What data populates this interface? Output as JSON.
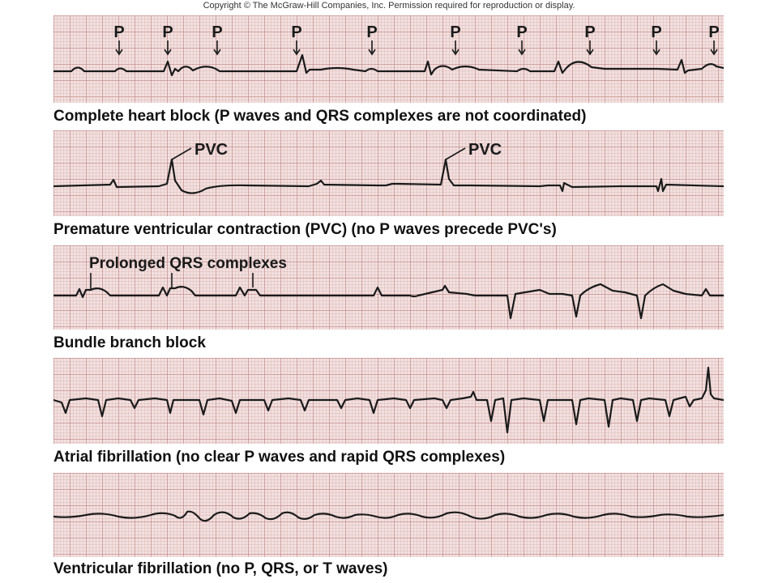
{
  "copyright": "Copyright © The McGraw-Hill Companies, Inc. Permission required for reproduction or display.",
  "strips": [
    {
      "id": "complete-heart-block",
      "caption": "Complete heart block (P waves and QRS complexes are not coordinated)",
      "marker_label": "P"
    },
    {
      "id": "pvc",
      "caption": "Premature ventricular contraction (PVC) (no P waves precede PVC's)",
      "marker_label": "PVC"
    },
    {
      "id": "bundle-branch-block",
      "caption": "Bundle branch block",
      "marker_label": "Prolonged QRS complexes"
    },
    {
      "id": "atrial-fibrillation",
      "caption": "Atrial fibrillation (no clear P waves and rapid QRS complexes)"
    },
    {
      "id": "ventricular-fibrillation",
      "caption": "Ventricular fibrillation (no P, QRS, or T waves)"
    }
  ]
}
